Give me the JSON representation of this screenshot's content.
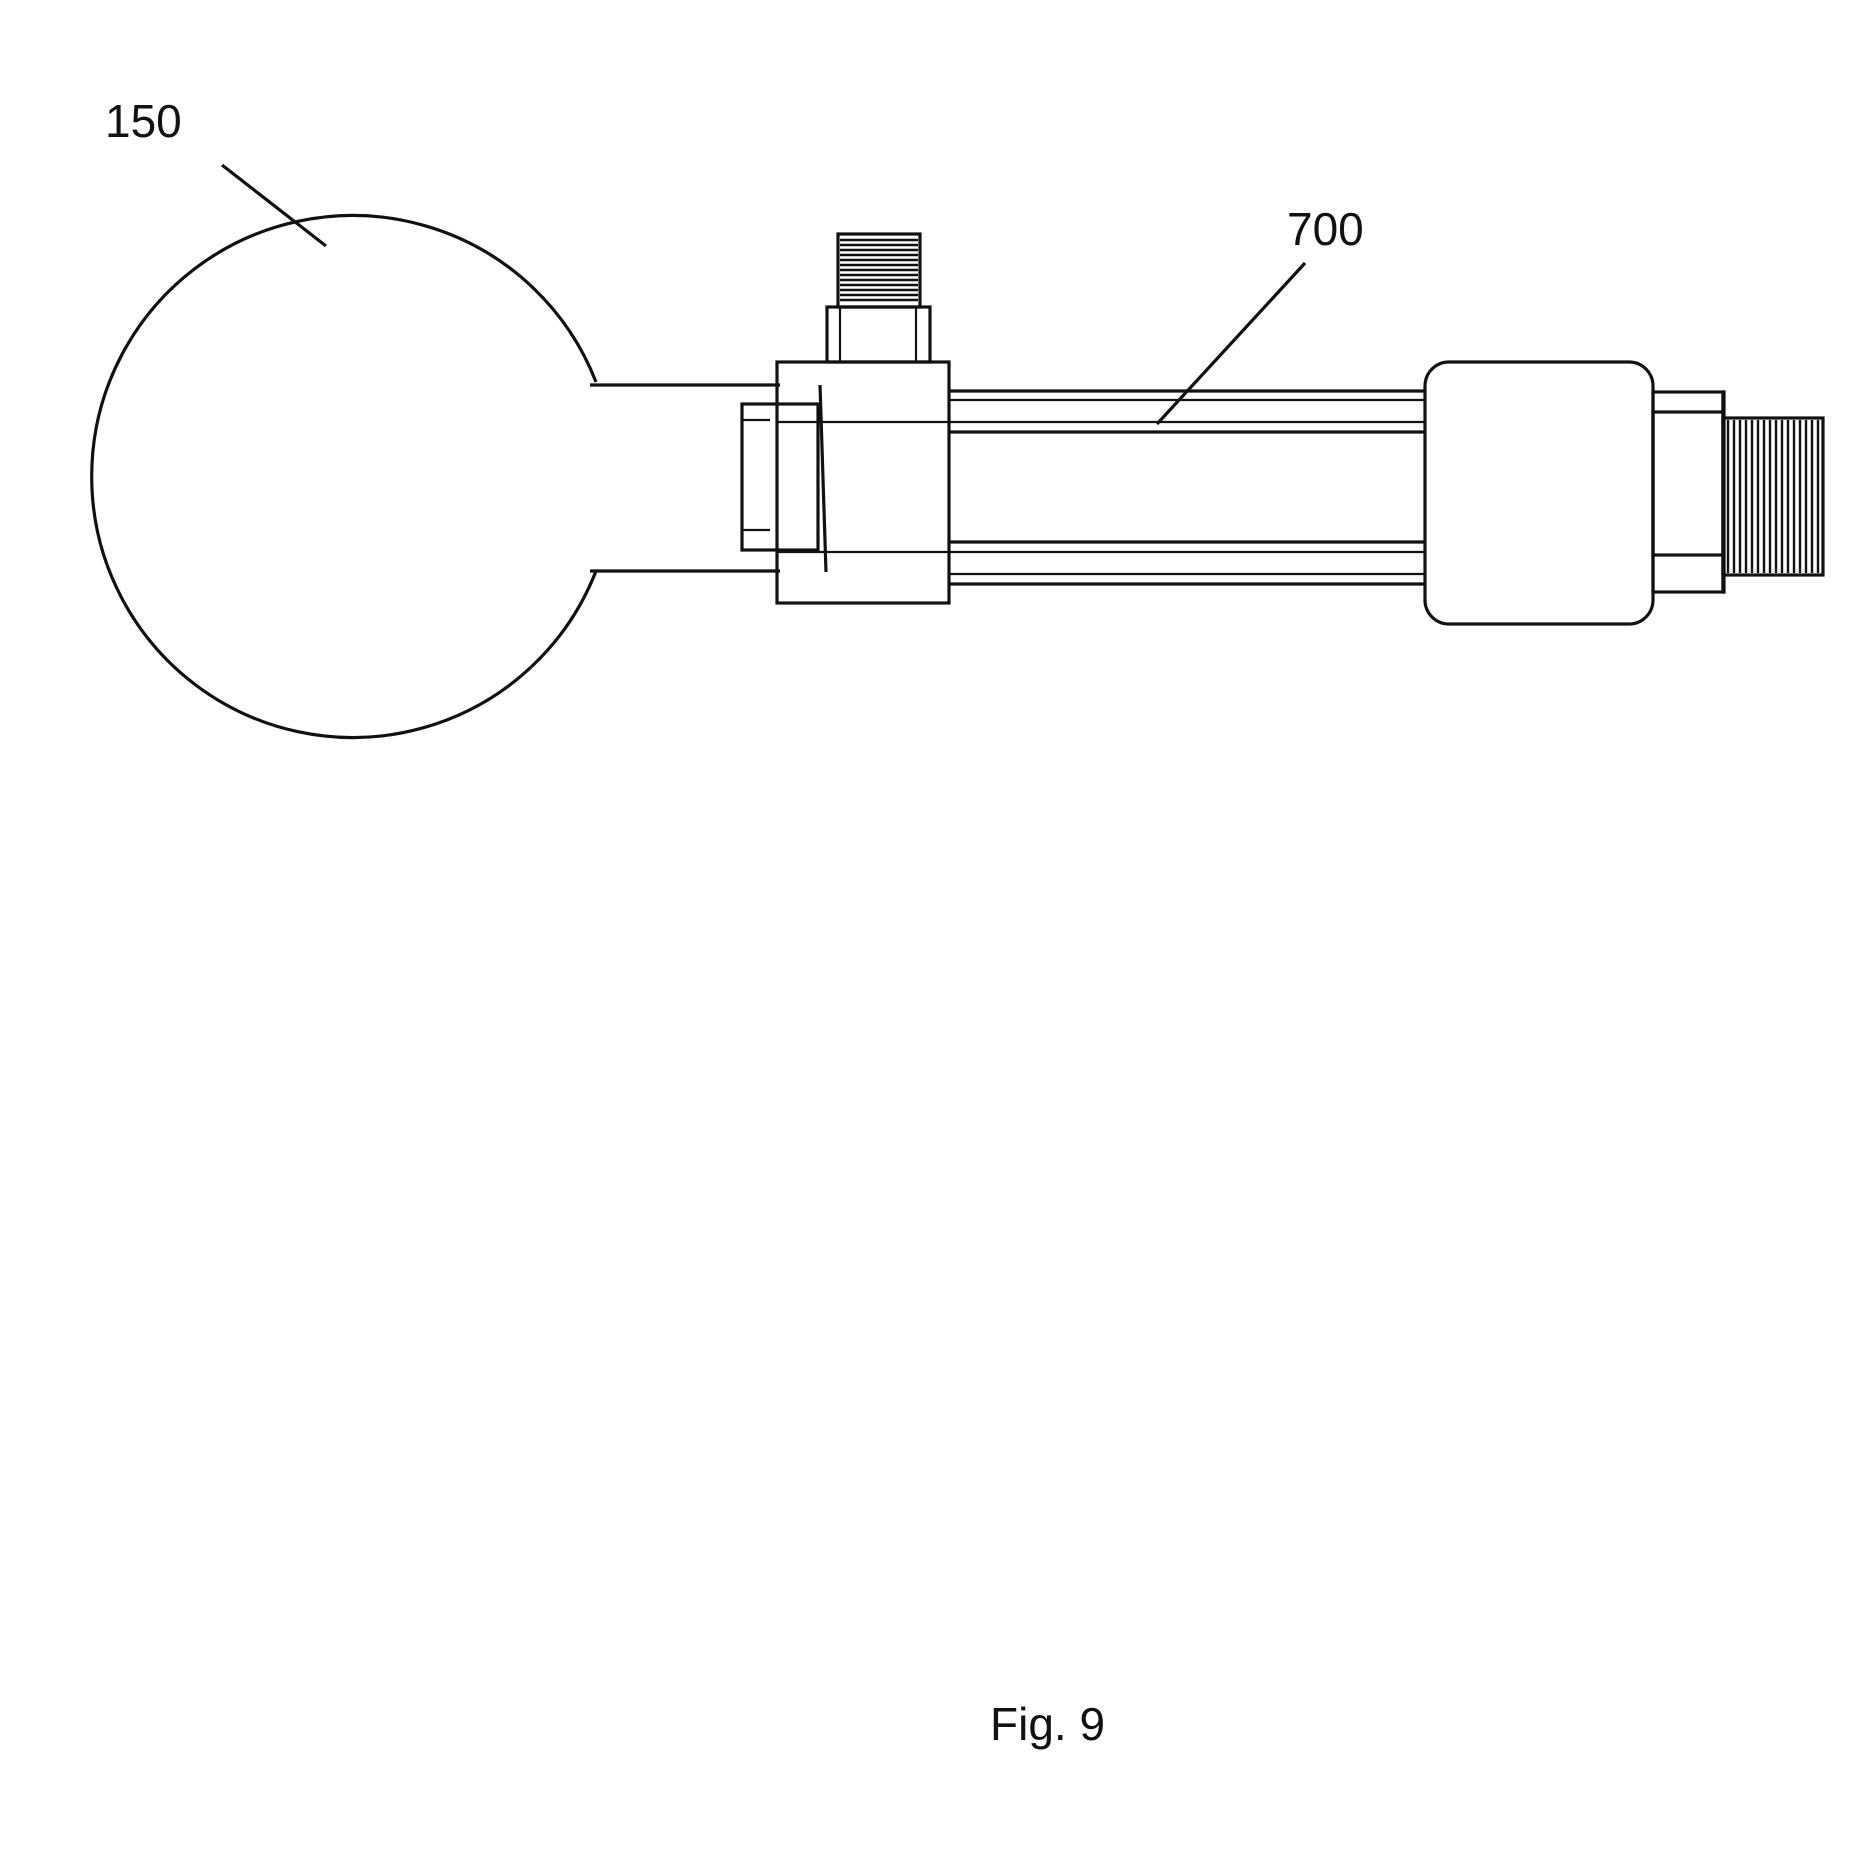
{
  "figure": {
    "labels": {
      "sphere": "150",
      "device": "700"
    },
    "caption": "Fig. 9"
  },
  "colors": {
    "ink": "#111111",
    "paper": "#ffffff"
  }
}
